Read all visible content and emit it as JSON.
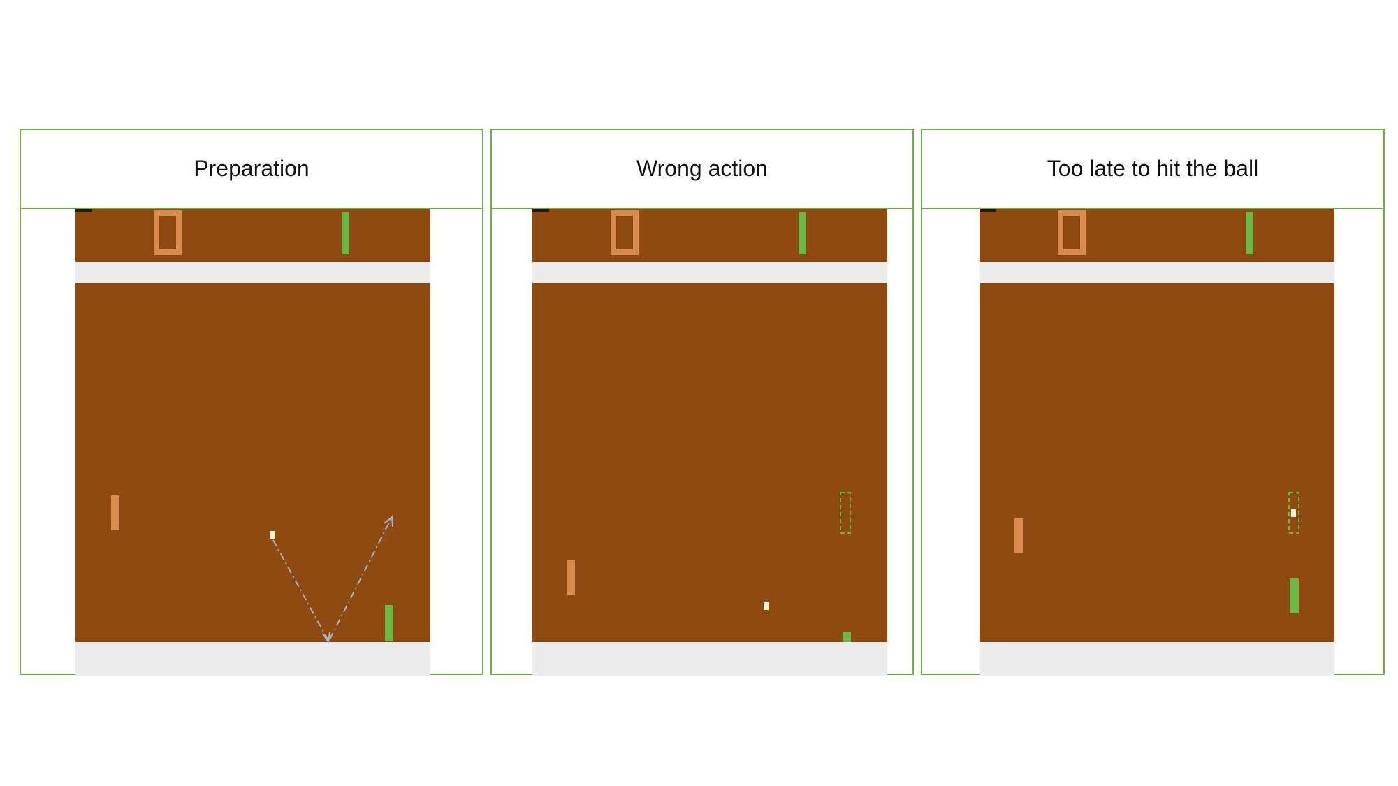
{
  "colors": {
    "border": "#70ad47",
    "court": "#8f4a12",
    "wall": "#ececec",
    "player_paddle": "#6cb847",
    "opponent_paddle": "#d98a4e",
    "ball": "#fff3d6",
    "trajectory": "#a9b4c6"
  },
  "panels": [
    {
      "title": "Preparation",
      "note": "dashed arrows show predicted ball bounce"
    },
    {
      "title": "Wrong action",
      "note": "dashed green box marks the missed hit zone"
    },
    {
      "title": "Too late to hit the ball",
      "note": "dashed green box marks the hit zone, ball already there"
    }
  ]
}
